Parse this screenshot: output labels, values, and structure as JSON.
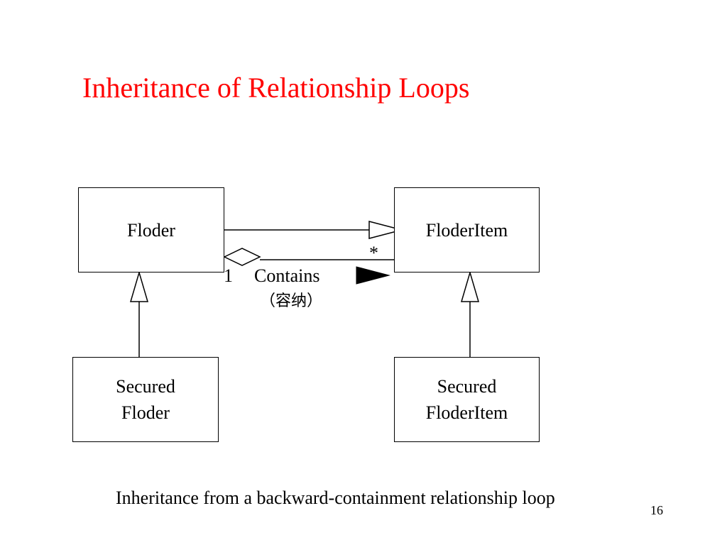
{
  "slide": {
    "title": "Inheritance of Relationship Loops",
    "caption": "Inheritance from a backward-containment relationship loop",
    "page_number": "16",
    "title_color": "#ff0000"
  },
  "diagram": {
    "classes": {
      "floder": "Floder",
      "floder_item": "FloderItem",
      "secured_floder": [
        "Secured",
        "Floder"
      ],
      "secured_floder_item": [
        "Secured",
        "FloderItem"
      ]
    },
    "association": {
      "name": "Contains",
      "name_cn": "（容纳）",
      "source_multiplicity": "1",
      "target_multiplicity": "*"
    },
    "relations": [
      {
        "kind": "generalization",
        "from": "Floder",
        "to": "FloderItem"
      },
      {
        "kind": "aggregation",
        "whole": "Floder",
        "part": "FloderItem",
        "name": "Contains"
      },
      {
        "kind": "generalization",
        "from": "Secured Floder",
        "to": "Floder"
      },
      {
        "kind": "generalization",
        "from": "Secured FloderItem",
        "to": "FloderItem"
      }
    ]
  }
}
